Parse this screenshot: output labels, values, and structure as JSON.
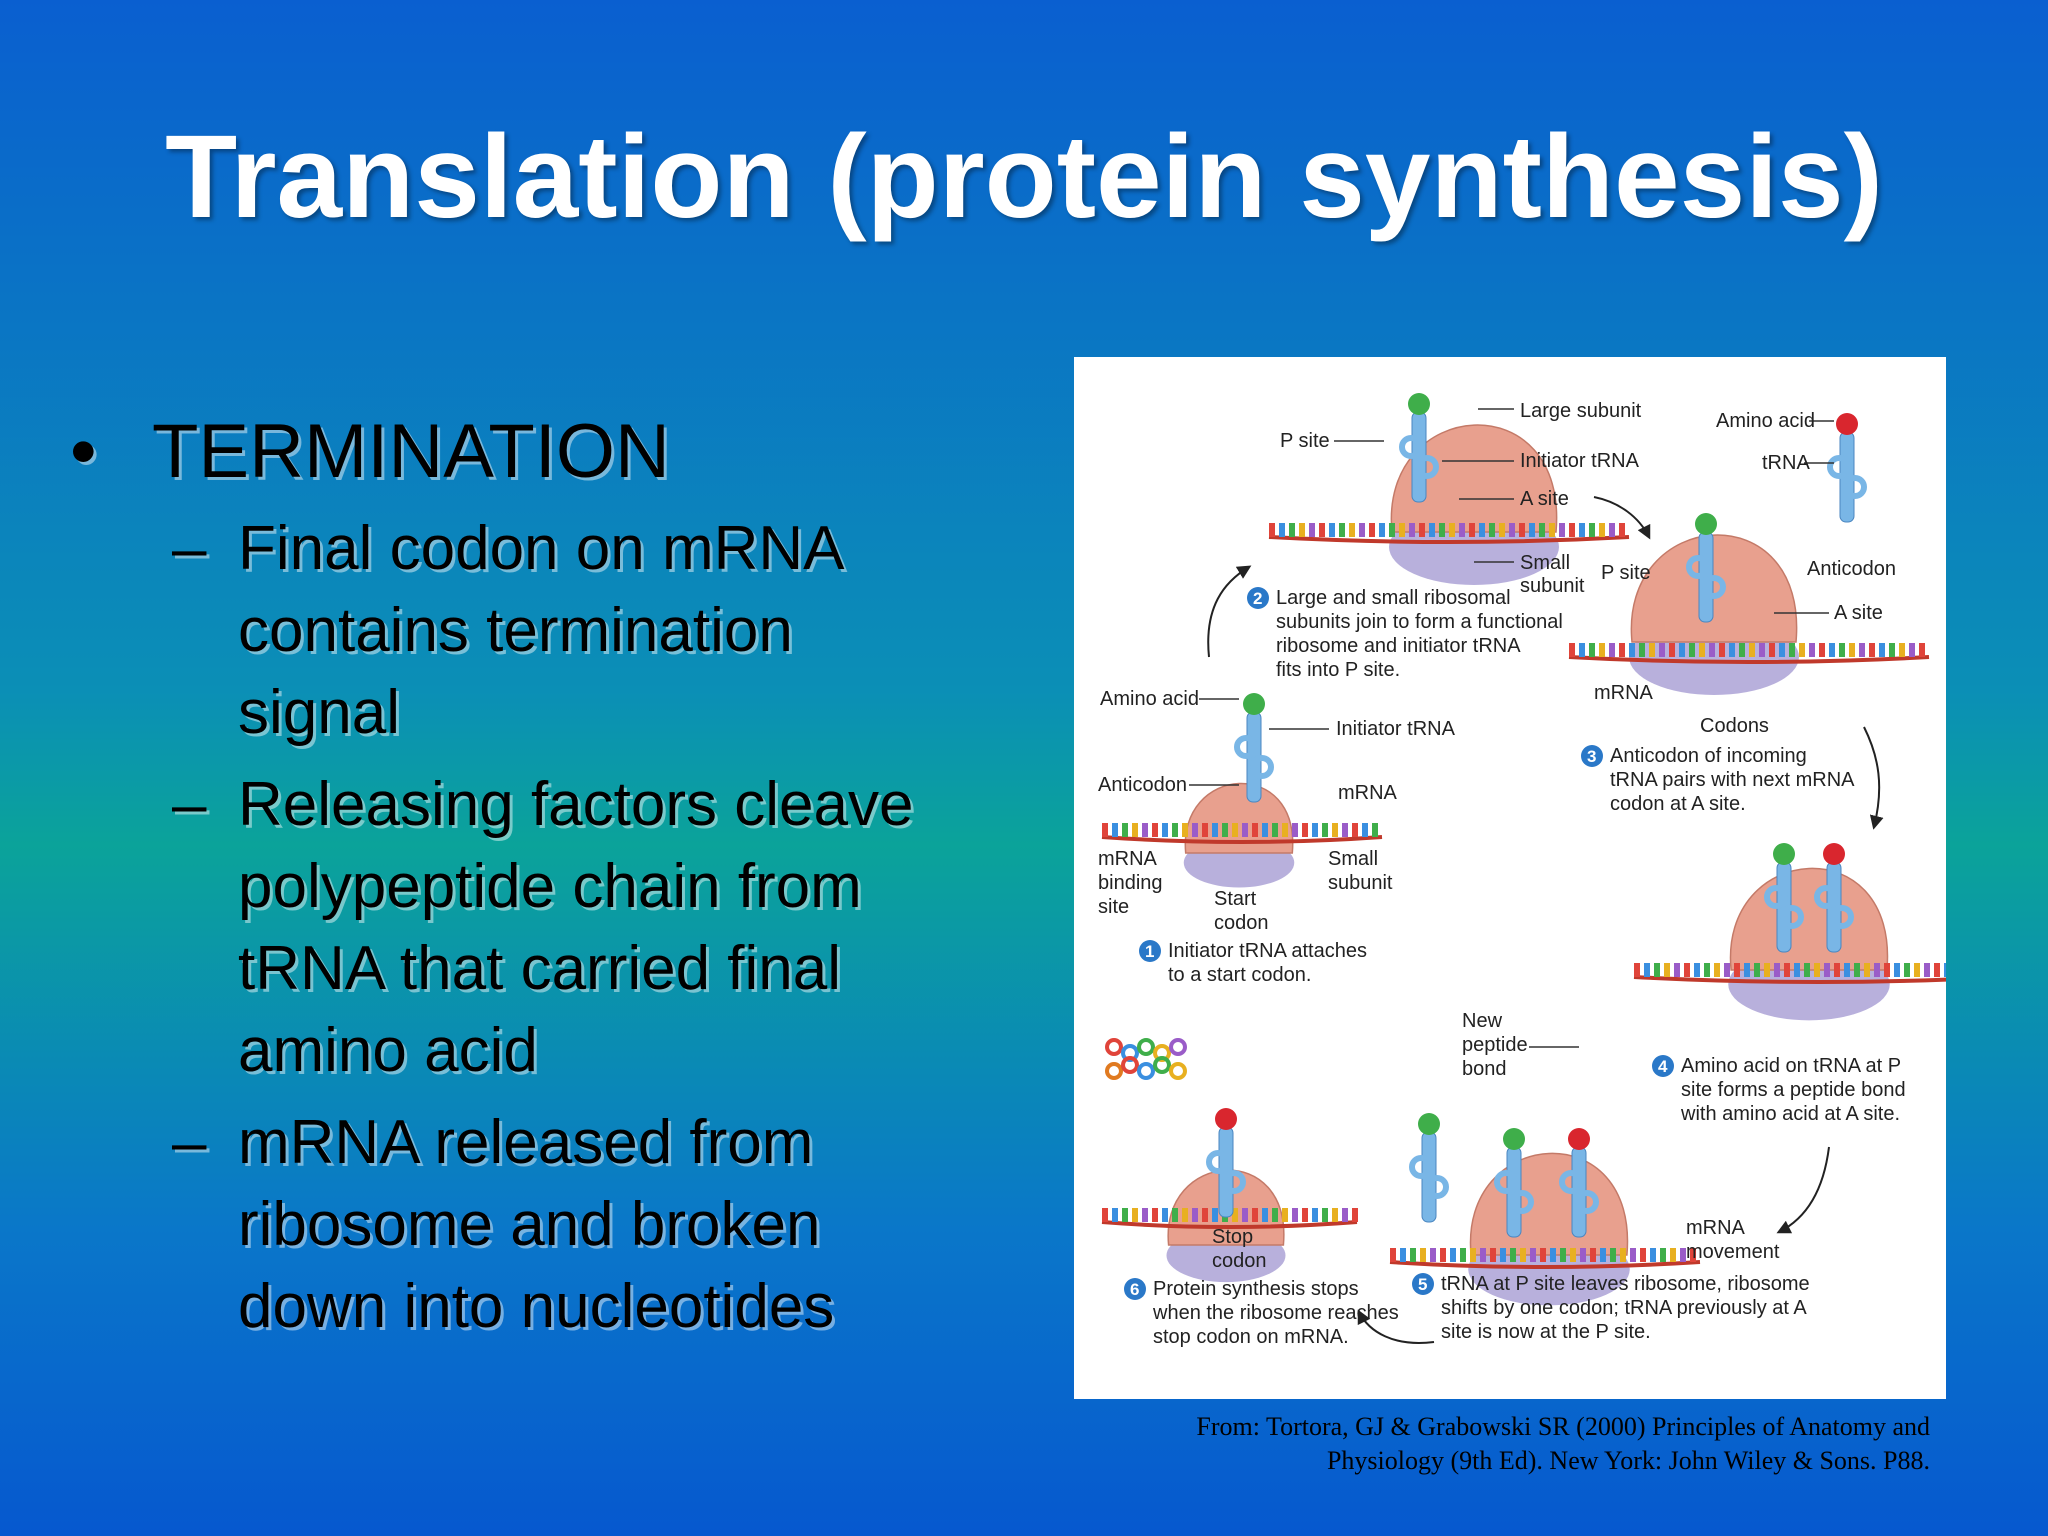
{
  "slide": {
    "title": "Translation (protein synthesis)",
    "bullet": {
      "marker": "•",
      "text": "TERMINATION",
      "sub_marker": "–",
      "subitems": [
        [
          "Final codon on mRNA",
          "contains termination",
          "signal"
        ],
        [
          "Releasing factors cleave",
          "polypeptide chain from",
          "tRNA that carried final",
          "amino acid"
        ],
        [
          "mRNA released from",
          "ribosome and broken",
          "down into nucleotides"
        ]
      ]
    },
    "citation": [
      "From: Tortora, GJ & Grabowski SR (2000) Principles of Anatomy and",
      "Physiology (9th Ed). New York: John Wiley & Sons. P88."
    ]
  },
  "figure": {
    "colors": {
      "large_subunit": "#e8a08e",
      "small_subunit": "#b8b0dc",
      "trna": "#79b6e6",
      "amino_acid": "#3fae4a",
      "amino_acid_2": "#d9262e",
      "mrna": "#c0392b"
    },
    "labels": {
      "large_subunit": "Large subunit",
      "p_site": "P site",
      "initiator_trna": "Initiator tRNA",
      "a_site": "A site",
      "small_subunit": [
        "Small",
        "subunit"
      ],
      "amino_acid": "Amino acid",
      "trna": "tRNA",
      "anticodon": "Anticodon",
      "mrna": "mRNA",
      "codons": "Codons",
      "mrna_binding_site": [
        "mRNA",
        "binding",
        "site"
      ],
      "start_codon": [
        "Start",
        "codon"
      ],
      "new_peptide_bond": [
        "New",
        "peptide",
        "bond"
      ],
      "mrna_movement": [
        "mRNA",
        "movement"
      ],
      "stop_codon": [
        "Stop",
        "codon"
      ]
    },
    "steps": [
      {
        "n": "1",
        "lines": [
          "Initiator tRNA attaches",
          "to a start codon."
        ]
      },
      {
        "n": "2",
        "lines": [
          "Large and small ribosomal",
          "subunits join to form a functional",
          "ribosome and initiator tRNA",
          "fits into P site."
        ]
      },
      {
        "n": "3",
        "lines": [
          "Anticodon of incoming",
          "tRNA pairs with next mRNA",
          "codon at A site."
        ]
      },
      {
        "n": "4",
        "lines": [
          "Amino acid on tRNA at P",
          "site forms a peptide bond",
          "with amino acid at A site."
        ]
      },
      {
        "n": "5",
        "lines": [
          "tRNA at P site leaves ribosome, ribosome",
          "shifts by one codon; tRNA previously at A",
          "site is now at the P site."
        ]
      },
      {
        "n": "6",
        "lines": [
          "Protein synthesis stops",
          "when the ribosome reaches",
          "stop codon on mRNA."
        ]
      }
    ]
  }
}
